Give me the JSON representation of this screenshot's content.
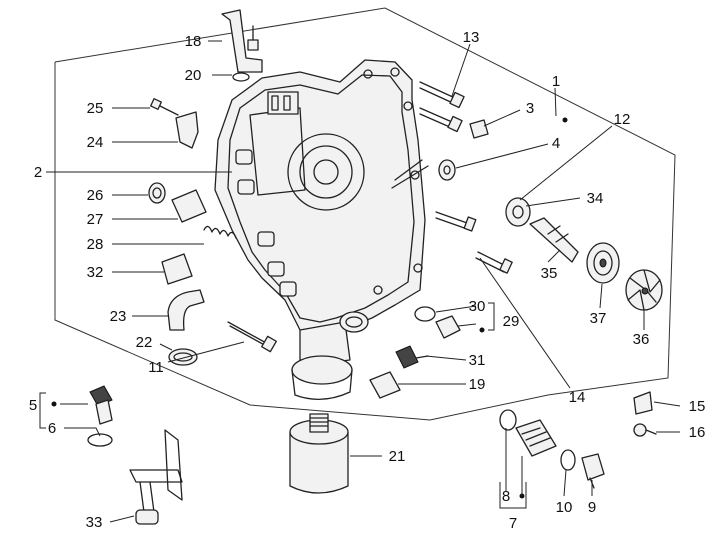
{
  "callouts": [
    {
      "key": "c1",
      "text": "1"
    },
    {
      "key": "c2",
      "text": "2"
    },
    {
      "key": "c3",
      "text": "3"
    },
    {
      "key": "c4",
      "text": "4"
    },
    {
      "key": "c5",
      "text": "5"
    },
    {
      "key": "c6",
      "text": "6"
    },
    {
      "key": "c7",
      "text": "7"
    },
    {
      "key": "c8",
      "text": "8"
    },
    {
      "key": "c9",
      "text": "9"
    },
    {
      "key": "c10",
      "text": "10"
    },
    {
      "key": "c11",
      "text": "11"
    },
    {
      "key": "c12",
      "text": "12"
    },
    {
      "key": "c13",
      "text": "13"
    },
    {
      "key": "c14",
      "text": "14"
    },
    {
      "key": "c15",
      "text": "15"
    },
    {
      "key": "c16",
      "text": "16"
    },
    {
      "key": "c18",
      "text": "18"
    },
    {
      "key": "c19",
      "text": "19"
    },
    {
      "key": "c20",
      "text": "20"
    },
    {
      "key": "c21",
      "text": "21"
    },
    {
      "key": "c22",
      "text": "22"
    },
    {
      "key": "c23",
      "text": "23"
    },
    {
      "key": "c24",
      "text": "24"
    },
    {
      "key": "c25",
      "text": "25"
    },
    {
      "key": "c26",
      "text": "26"
    },
    {
      "key": "c27",
      "text": "27"
    },
    {
      "key": "c28",
      "text": "28"
    },
    {
      "key": "c29",
      "text": "29"
    },
    {
      "key": "c30",
      "text": "30"
    },
    {
      "key": "c31",
      "text": "31"
    },
    {
      "key": "c32",
      "text": "32"
    },
    {
      "key": "c33",
      "text": "33"
    },
    {
      "key": "c34",
      "text": "34"
    },
    {
      "key": "c35",
      "text": "35"
    },
    {
      "key": "c36",
      "text": "36"
    },
    {
      "key": "c37",
      "text": "37"
    }
  ]
}
